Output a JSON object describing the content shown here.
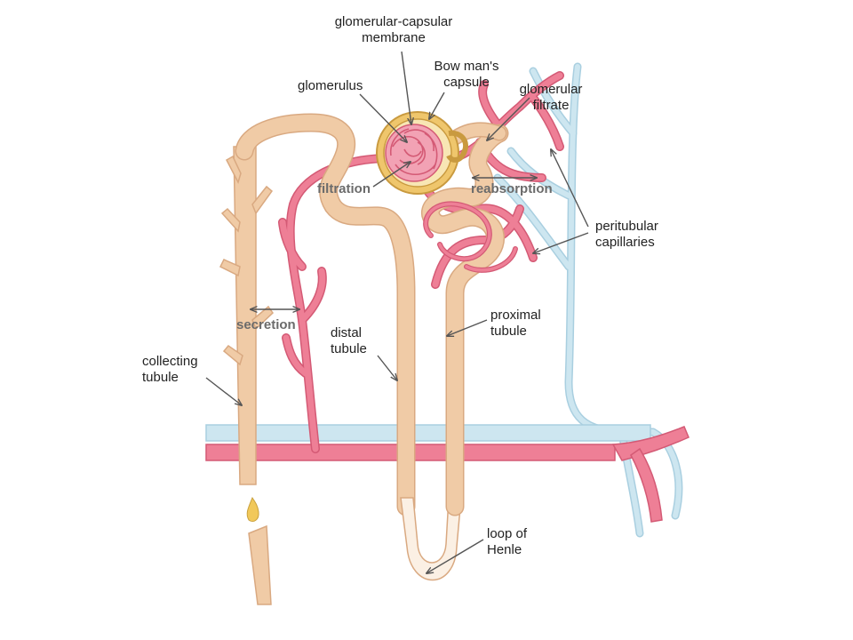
{
  "labels": {
    "membrane": "glomerular-capsular\nmembrane",
    "capsule": "Bow man's\ncapsule",
    "glomerulus": "glomerulus",
    "filtrate": "glomerular\nfiltrate",
    "peritubular": "peritubular\ncapillaries",
    "proximal": "proximal\ntubule",
    "distal": "distal\ntubule",
    "collecting": "collecting\ntubule",
    "loop": "loop of\nHenle"
  },
  "processes": {
    "filtration": "filtration",
    "reabsorption": "reabsorption",
    "secretion": "secretion"
  },
  "colors": {
    "tubule": "#f0cba6",
    "tubule_edge": "#d9a981",
    "artery": "#ee7f96",
    "artery_edge": "#d45a75",
    "vein": "#cde6f0",
    "vein_edge": "#a9cfe0",
    "loop_fill": "#fbf0e4",
    "capsule": "#efc66c"
  }
}
